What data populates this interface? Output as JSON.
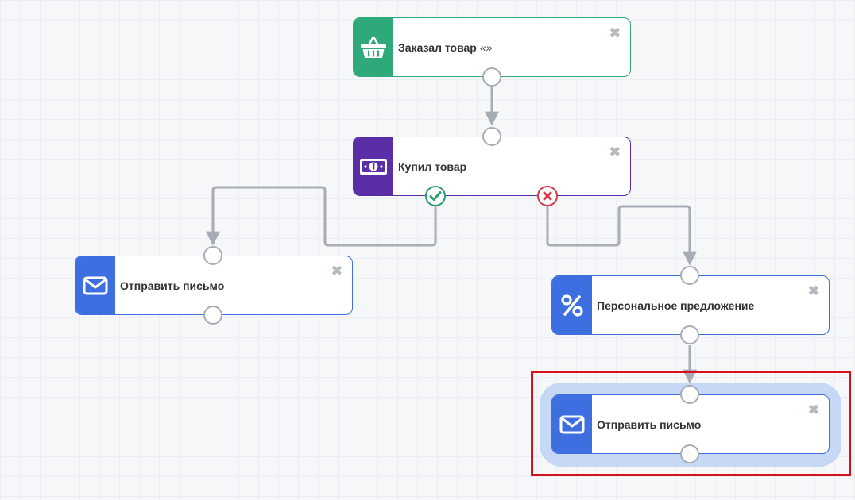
{
  "nodes": {
    "ordered": {
      "title": "Заказал товар",
      "suffix": "«»",
      "icon": "basket-icon",
      "color": "#2fa87a"
    },
    "bought": {
      "title": "Купил товар",
      "icon": "banknote-icon",
      "color": "#5a2ea6"
    },
    "email_left": {
      "title": "Отправить письмо",
      "icon": "envelope-icon",
      "color": "#3d6fe0"
    },
    "offer": {
      "title": "Персональное предложение",
      "icon": "percent-icon",
      "color": "#3d6fe0"
    },
    "email_selected": {
      "title": "Отправить письмо",
      "icon": "envelope-icon",
      "color": "#3d6fe0",
      "selected": true
    }
  },
  "close_glyph": "✖",
  "branches": {
    "yes": "check-icon",
    "no": "cross-icon"
  },
  "colors": {
    "wire": "#a7adb4",
    "highlight": "#d5131a",
    "selection_halo": "#c7d8f6"
  }
}
